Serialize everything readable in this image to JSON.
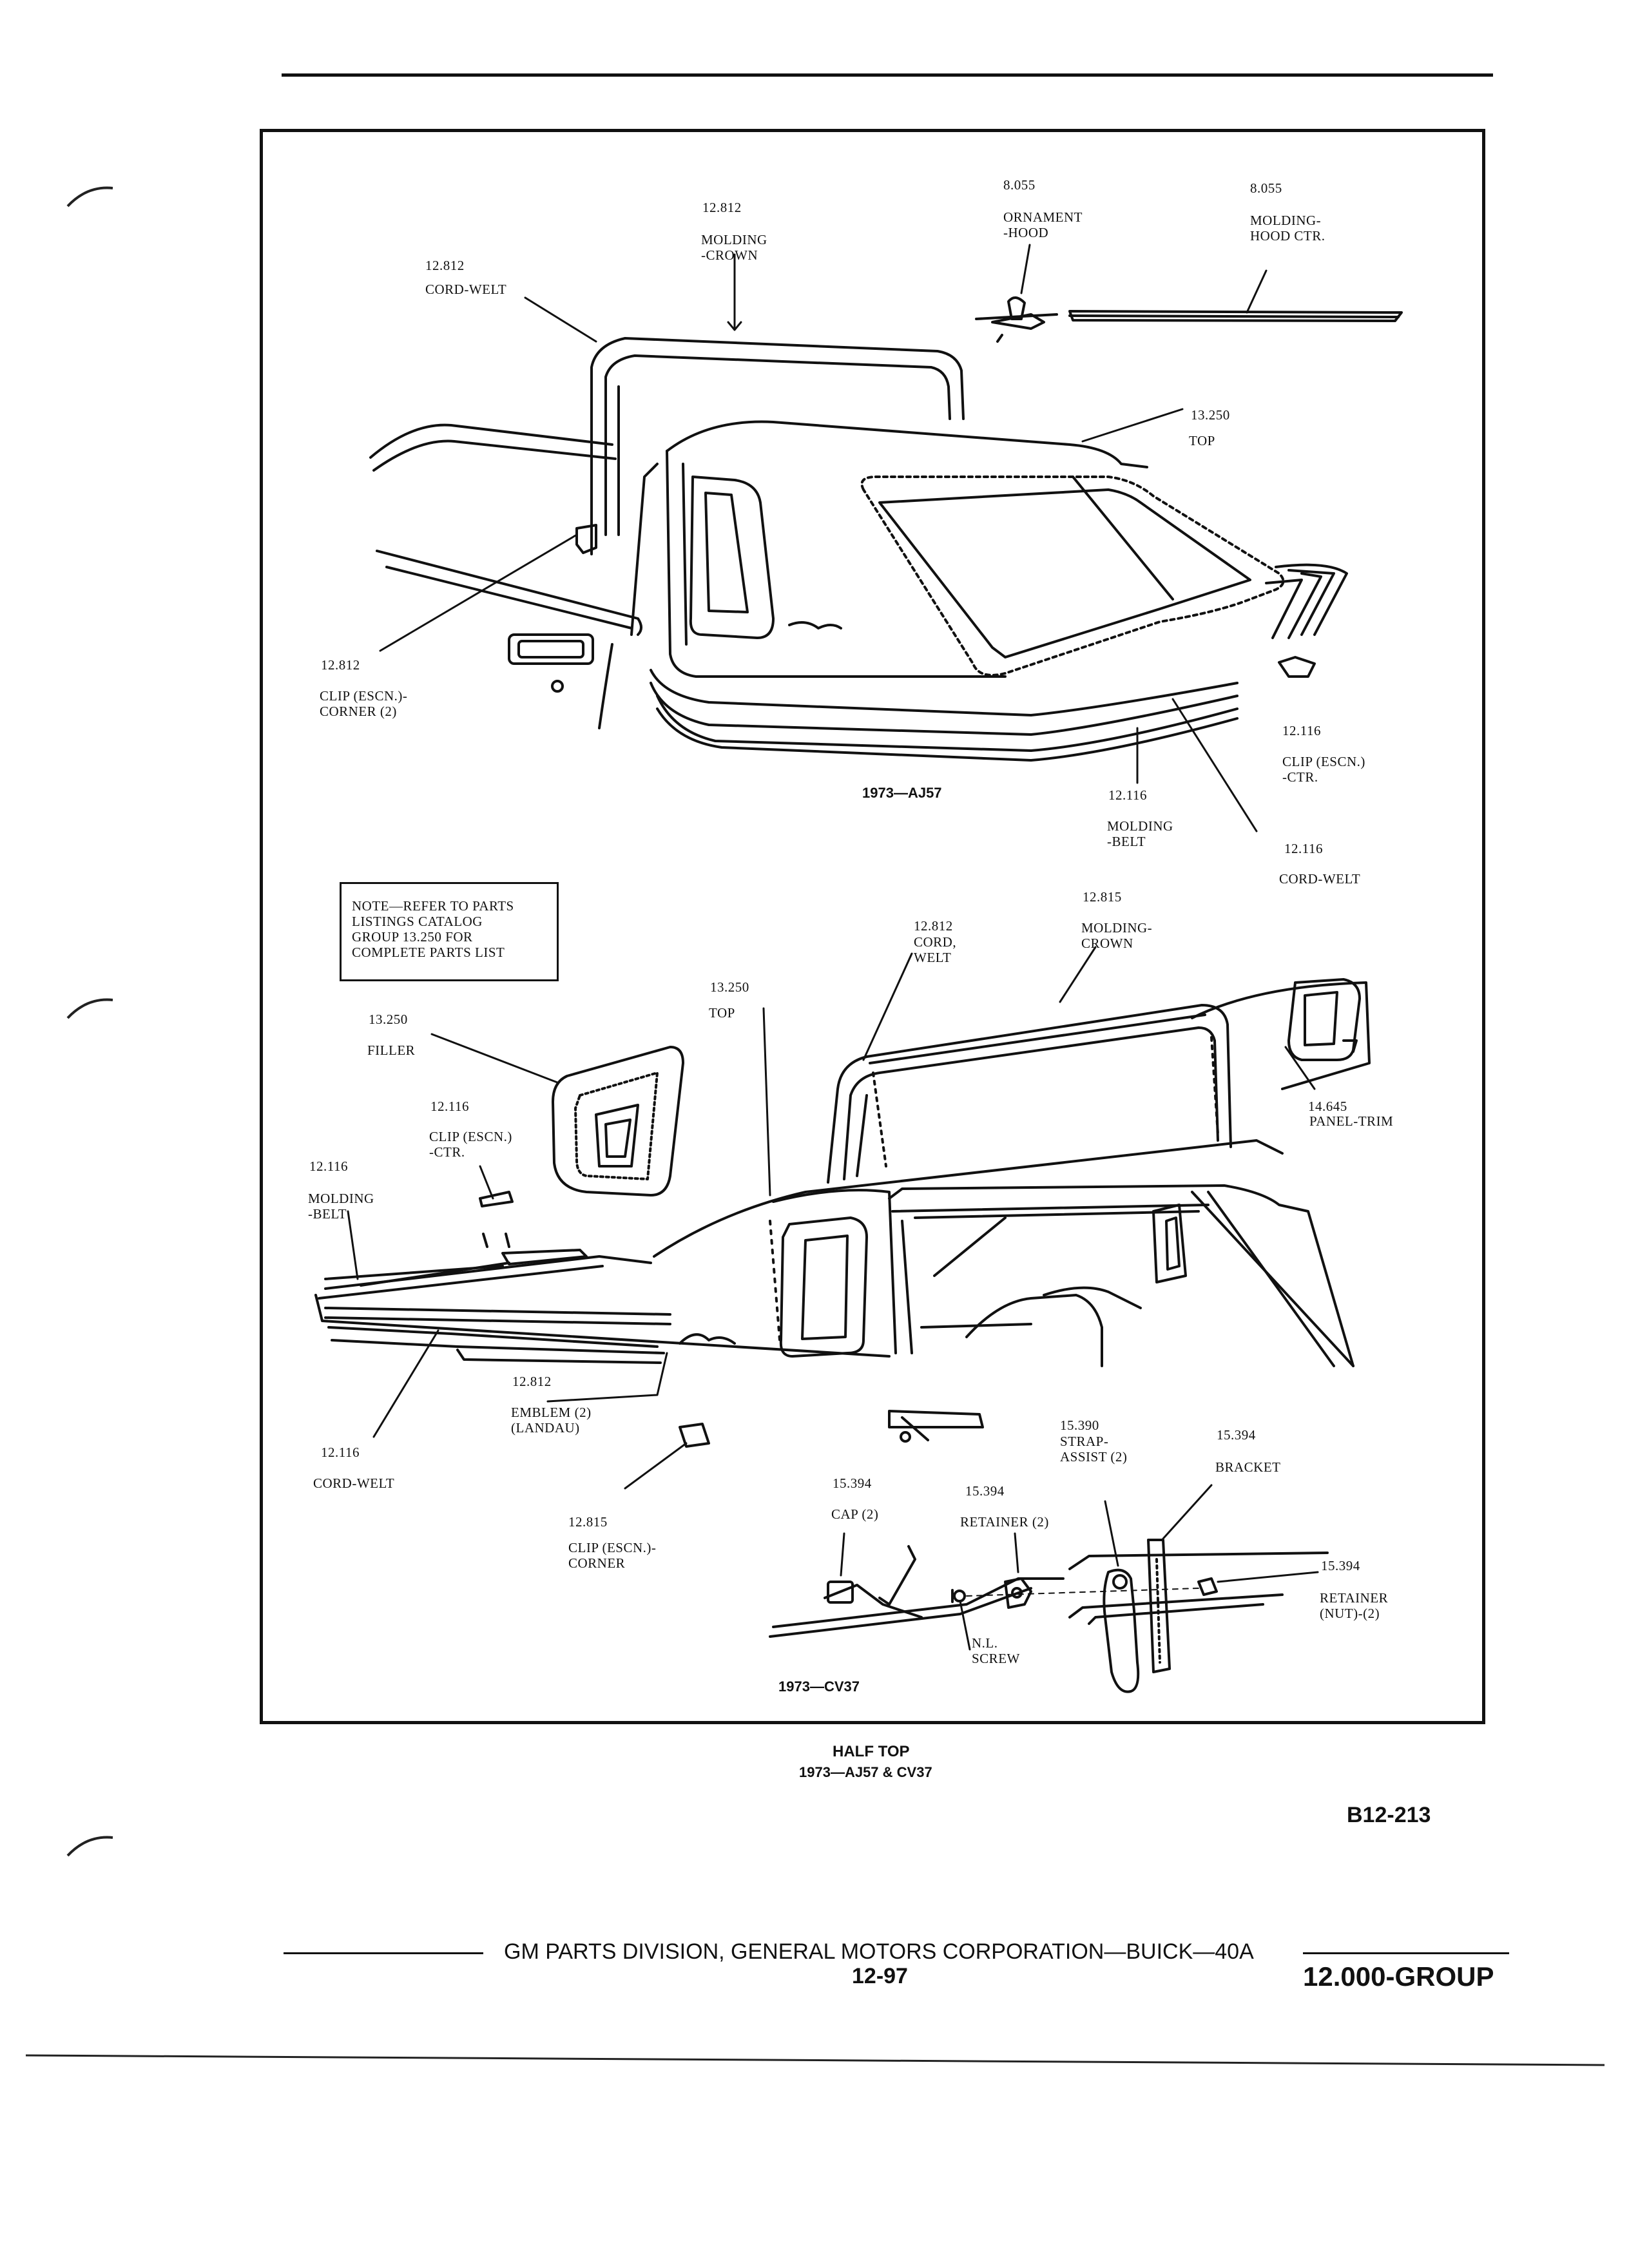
{
  "diagram_top": {
    "year_model": "1973—AJ57",
    "labels": [
      {
        "code": "12.812",
        "name": "MOLDING\n-CROWN"
      },
      {
        "code": "12.812",
        "name": "CORD-WELT"
      },
      {
        "code": "8.055",
        "name": "ORNAMENT\n-HOOD"
      },
      {
        "code": "8.055",
        "name": "MOLDING-\nHOOD CTR."
      },
      {
        "code": "13.250",
        "name": "TOP"
      },
      {
        "code": "12.812",
        "name": "CLIP (ESCN.)-\nCORNER (2)"
      },
      {
        "code": "12.116",
        "name": "CLIP (ESCN.)\n-CTR."
      },
      {
        "code": "12.116",
        "name": "MOLDING\n-BELT"
      },
      {
        "code": "12.116",
        "name": "CORD-WELT"
      }
    ]
  },
  "note": "NOTE—REFER TO PARTS\nLISTINGS CATALOG\nGROUP 13.250 FOR\nCOMPLETE PARTS LIST",
  "diagram_bottom": {
    "year_model": "1973—CV37",
    "labels": [
      {
        "code": "12.815",
        "name": "MOLDING-\nCROWN"
      },
      {
        "code": "12.812",
        "name": "CORD,\nWELT"
      },
      {
        "code": "13.250",
        "name": "TOP"
      },
      {
        "code": "13.250",
        "name": "FILLER"
      },
      {
        "code": "14.645",
        "name": "PANEL-TRIM"
      },
      {
        "code": "12.116",
        "name": "CLIP (ESCN.)\n-CTR."
      },
      {
        "code": "12.116",
        "name": "MOLDING\n-BELT"
      },
      {
        "code": "12.812",
        "name": "EMBLEM (2)\n(LANDAU)"
      },
      {
        "code": "12.116",
        "name": "CORD-WELT"
      },
      {
        "code": "12.815",
        "name": "CLIP (ESCN.)-\nCORNER"
      },
      {
        "code": "15.394",
        "name": "CAP (2)"
      },
      {
        "code": "15.394",
        "name": "RETAINER (2)"
      },
      {
        "code": "15.390",
        "name": "STRAP-\nASSIST (2)"
      },
      {
        "code": "15.394",
        "name": "BRACKET"
      },
      {
        "code": "15.394",
        "name": "RETAINER\n(NUT)-(2)"
      },
      {
        "code": "",
        "name": "N.L.\nSCREW"
      }
    ]
  },
  "caption": {
    "title": "HALF TOP",
    "subtitle": "1973—AJ57 & CV37"
  },
  "figure_id": "B12-213",
  "footer": {
    "publisher": "GM PARTS DIVISION, GENERAL MOTORS CORPORATION—BUICK—40A",
    "page": "12-97",
    "group": "12.000-GROUP"
  }
}
